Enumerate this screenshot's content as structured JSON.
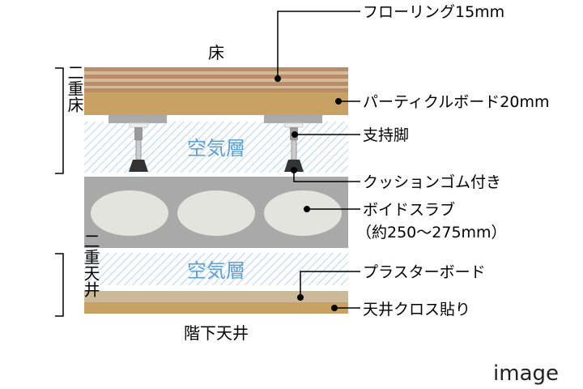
{
  "top_label": "床",
  "bottom_label": "階下天井",
  "left_labels": {
    "double_floor": "二重床",
    "double_ceiling": "二重天井"
  },
  "air_layer": "空気層",
  "callouts": [
    "フローリング15mm",
    "パーティクルボード20mm",
    "支持脚",
    "クッションゴム付き",
    "ボイドスラブ",
    "（約250～275mm）",
    "プラスターボード",
    "天井クロス貼り"
  ],
  "watermark": "image",
  "colors": {
    "flooring": "#b98d69",
    "flooring_stripe": "#d4bc98",
    "particle": "#c9a263",
    "slab": "#a9a9a9",
    "void": "#e4e4df",
    "hatch": "#b7d3ee",
    "air_text": "#5b9fd6",
    "plaster": "#cbb99a",
    "cloth": "#c9a263"
  }
}
